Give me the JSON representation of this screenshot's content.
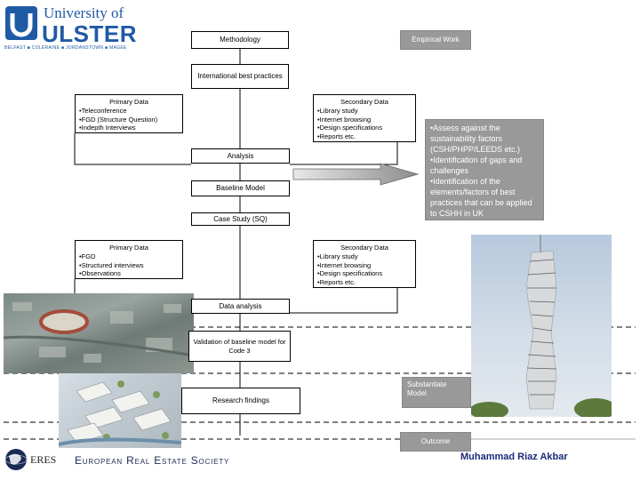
{
  "logo": {
    "line1": "University of",
    "line2": "ULSTER",
    "towns": "BELFAST ■ COLERAINE ■ JORDANSTOWN ■ MAGEE"
  },
  "flow": {
    "methodology": "Methodology",
    "empirical_work": "Empirical Work",
    "international_best_practices": "International best practices",
    "primary1": {
      "title": "Primary Data",
      "items": [
        "Teleconference",
        "FGD (Structure Question)",
        "Indepth Interviews"
      ]
    },
    "secondary1": {
      "title": "Secondary Data",
      "items": [
        "Library study",
        "Internet browsing",
        "Design specifications",
        "Reports etc."
      ]
    },
    "assess_items": [
      "Assess against the sustainability factors (CSH/PHPP/LEEDS etc.)",
      "Identification of gaps and challenges",
      "Identification of the elements/factors of best practices that can be applied to CSHH in UK"
    ],
    "analysis": "Analysis",
    "baseline_model": "Baseline Model",
    "case_study": "Case Study (SQ)",
    "primary2": {
      "title": "Primary Data",
      "items": [
        "FGD",
        "Structured interviews",
        "Observations"
      ]
    },
    "secondary2": {
      "title": "Secondary Data",
      "items": [
        "Library study",
        "Internet browsing",
        "Design specifications",
        "Reports etc."
      ]
    },
    "data_analysis": "Data analysis",
    "validation": "Validation of baseline model for Code 3",
    "research_findings": "Research findings",
    "substantiate_model": "Substantiate Model",
    "outcome": "Outcome"
  },
  "footer": {
    "eres_abbr": "ERES",
    "eres_full": "European Real Estate Society",
    "author": "Muhammad Riaz Akbar"
  },
  "colors": {
    "ulster_blue": "#1f5aa5",
    "grey_box": "#999999",
    "author_blue": "#1b2a7a"
  }
}
